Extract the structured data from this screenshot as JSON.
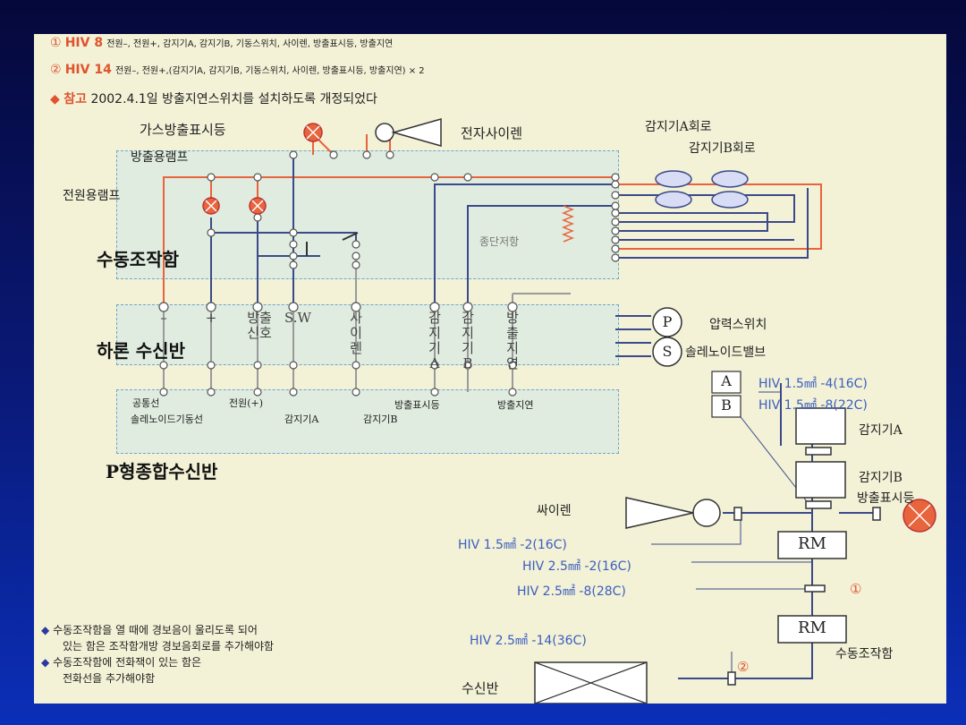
{
  "header": {
    "line1_num": "①",
    "line1_code": "HIV 8",
    "line1_text": "전원–, 전원+, 감지기A, 감지기B, 기동스위치, 사이렌, 방출표시등, 방출지연",
    "line2_num": "②",
    "line2_code": "HIV 14",
    "line2_text": "전원–, 전원+,(감지기A, 감지기B, 기동스위치, 사이렌, 방출표시등, 방출지연) × 2",
    "note_bullet": "◆",
    "note_label": "참고",
    "note_text": "2002.4.1일 방출지연스위치를 설치하도록 개정되었다"
  },
  "diagram": {
    "gas_lamp": "가스방출표시등",
    "siren_top": "전자사이렌",
    "release_lamp": "방출용램프",
    "power_lamp": "전원용램프",
    "det_a_circuit": "감지기A회로",
    "det_b_circuit": "감지기B회로",
    "terminal_res": "종단저항",
    "manual_box": "수동조작함",
    "panel_labels": [
      "–",
      "+",
      "방출\n신호",
      "S.W",
      "사\n이\n렌",
      "감\n지\n기\nA",
      "감\n지\n기\nB",
      "방\n출\n지\n연"
    ],
    "halon_panel": "하론 수신반",
    "pressure_letter": "P",
    "pressure_switch": "압력스위치",
    "solenoid_letter": "S",
    "solenoid_valve": "솔레노이드밸브",
    "bottom_labels": [
      "공통선",
      "전원(+)",
      "방출표시등",
      "방출지연",
      "솔레노이드기동선",
      "감지기A",
      "감지기B"
    ],
    "p_panel": "P형종합수신반"
  },
  "right": {
    "a_letter": "A",
    "b_letter": "B",
    "a_wire": "HIV 1.5㎟ -4(16C)",
    "b_wire": "HIV 1.5㎟ -8(22C)",
    "det_a": "감지기A",
    "det_b": "감지기B",
    "release_lamp": "방출표시등",
    "siren": "싸이렌",
    "wire1": "HIV 1.5㎟ -2(16C)",
    "wire2": "HIV 2.5㎟ -2(16C)",
    "wire3": "HIV 2.5㎟ -8(28C)",
    "rm": "RM",
    "num1": "①",
    "wire4": "HIV 2.5㎟ -14(36C)",
    "manual_box": "수동조작함",
    "num2": "②",
    "receiver": "수신반"
  },
  "notes": {
    "bullet": "◆",
    "n1a": "수동조작함을 열 때에 경보음이 울리도록 되어",
    "n1b": "있는 함은 조작함개방 경보음회로를 추가해야함",
    "n2a": "수동조작함에 전화잭이 있는 함은",
    "n2b": "전화선을 추가해야함"
  },
  "colors": {
    "red_wire": "#e8643c",
    "blue_wire": "#3a4a8a",
    "grey_wire": "#9a9a9a",
    "dash": "#6fa6c8"
  }
}
